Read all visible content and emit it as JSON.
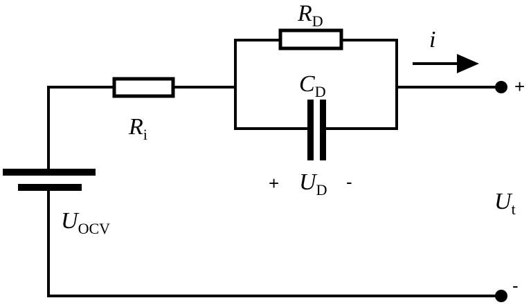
{
  "labels": {
    "r_i": {
      "main": "R",
      "sub": "i"
    },
    "r_d": {
      "main": "R",
      "sub": "D"
    },
    "c_d": {
      "main": "C",
      "sub": "D"
    },
    "u_ocv": {
      "main": "U",
      "sub": "OCV"
    },
    "u_d": {
      "main": "U",
      "sub": "D"
    },
    "u_t": {
      "main": "U",
      "sub": "t"
    },
    "current": "i"
  },
  "signs": {
    "u_d_plus": "+",
    "u_d_minus": "-",
    "terminal_plus": "+",
    "terminal_minus": "-"
  }
}
